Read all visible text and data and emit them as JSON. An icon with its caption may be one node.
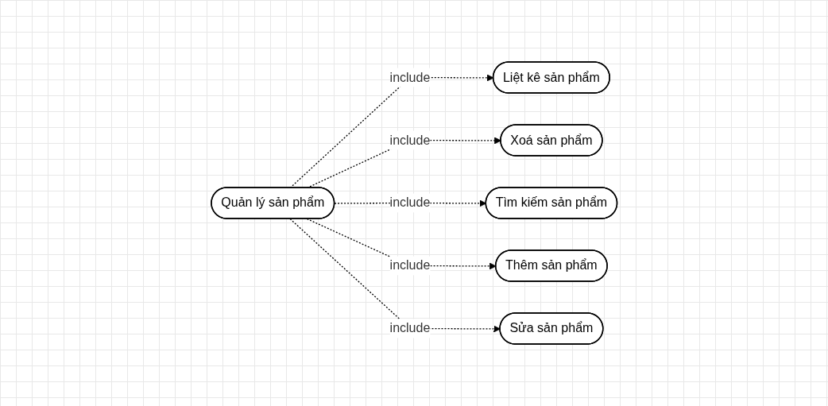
{
  "diagram": {
    "nodes": [
      {
        "text": [
          "Liệt kê sản phẩm"
        ]
      },
      {
        "text": [
          "Xoá sản phẩm"
        ]
      },
      {
        "text": [
          "Quản lý sản phẩm"
        ]
      },
      {
        "text": [
          "Tìm kiếm sản phẩm"
        ]
      },
      {
        "text": [
          "Thêm sản phẩm"
        ]
      },
      {
        "text": [
          "Sửa sản phẩm"
        ]
      }
    ],
    "edges": [
      {
        "from": 2,
        "to": 0,
        "arrow": "to",
        "label": "include",
        "style": "dashed"
      },
      {
        "from": 2,
        "to": 1,
        "arrow": "to",
        "label": "include",
        "style": "dashed"
      },
      {
        "from": 2,
        "to": 3,
        "arrow": "to",
        "label": "include",
        "style": "dashed"
      },
      {
        "from": 2,
        "to": 4,
        "arrow": "to",
        "label": "include",
        "style": "dashed"
      },
      {
        "from": 2,
        "to": 5,
        "arrow": "to",
        "label": "include",
        "style": "dashed"
      }
    ]
  }
}
